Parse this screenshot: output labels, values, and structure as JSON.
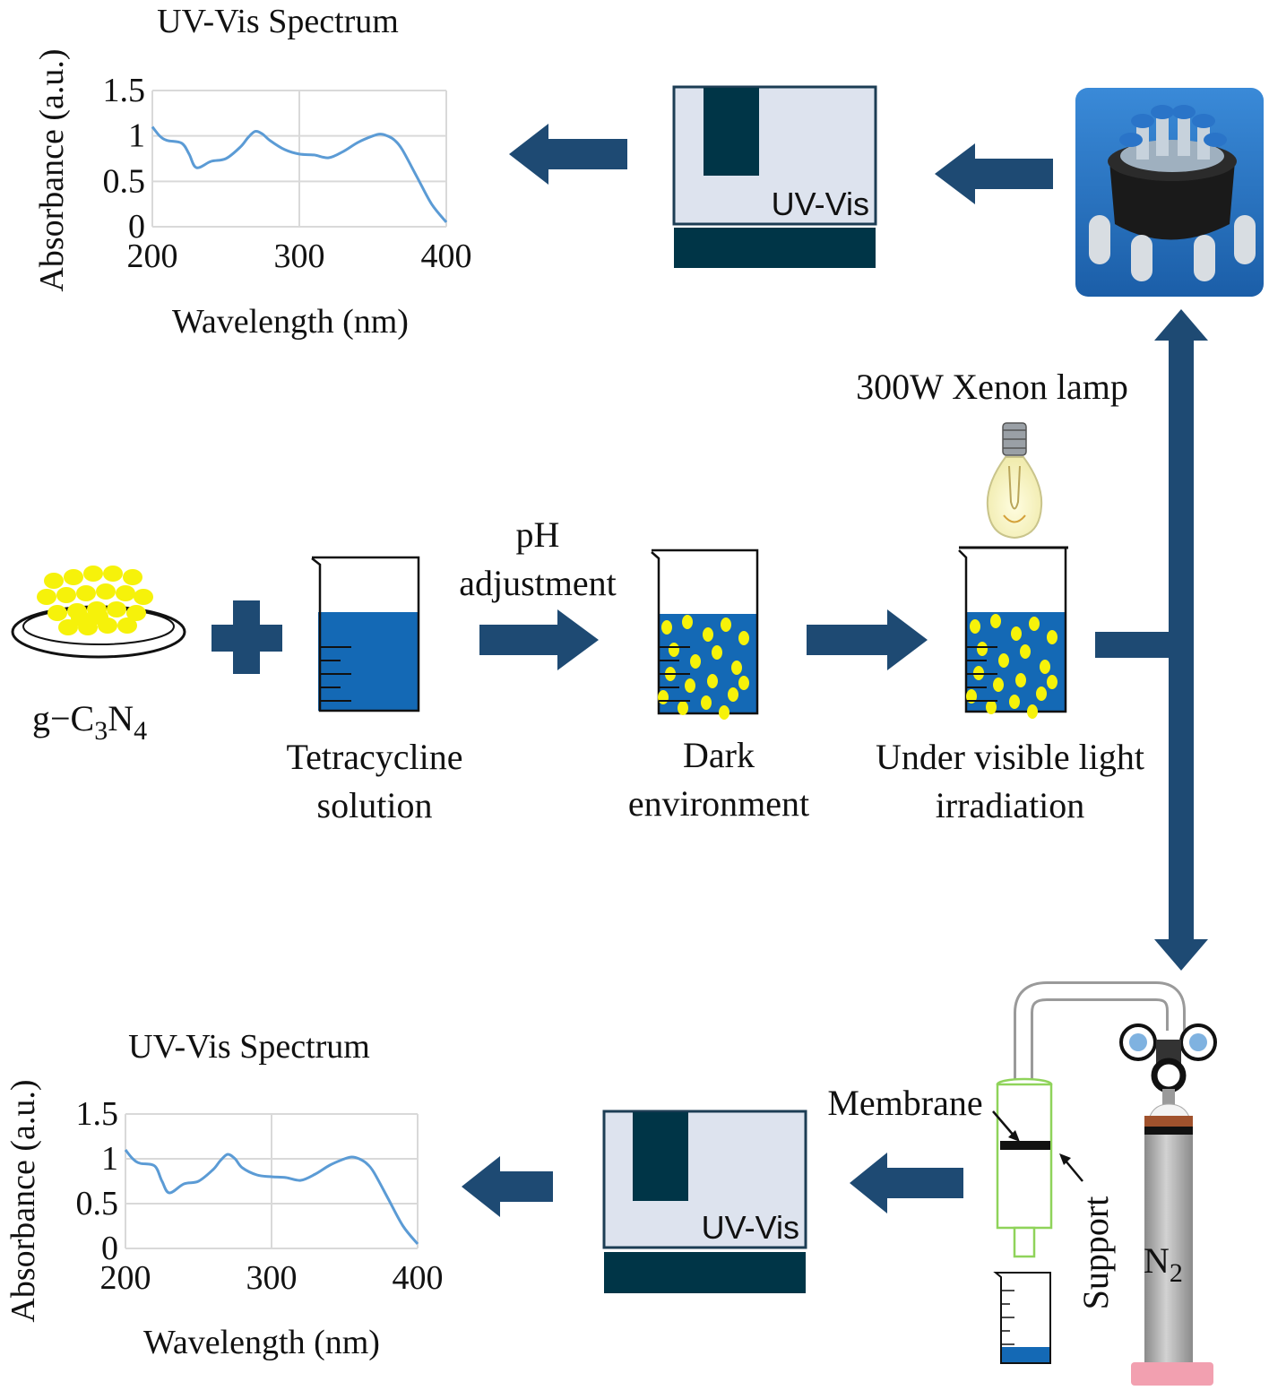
{
  "colors": {
    "arrow": "#1e4a73",
    "dark_teal": "#003547",
    "uv_screen": "#dde3ee",
    "solution_blue": "#1469b5",
    "particle_yellow": "#f6f20a",
    "spectrum_line": "#5b9bd5",
    "grid": "#d9d9d9",
    "membrane_green": "#8fd35a",
    "cylinder_grey": "#b8b8b8",
    "cylinder_base": "#f2a0b0"
  },
  "spectrum_top": {
    "title": "UV-Vis Spectrum",
    "ylabel": "Absorbance (a.u.)",
    "xlabel": "Wavelength (nm)"
  },
  "spectrum_bottom": {
    "title": "UV-Vis Spectrum",
    "ylabel": "Absorbance (a.u.)",
    "xlabel": "Wavelength (nm)"
  },
  "chart_data": [
    {
      "type": "line",
      "title": "UV-Vis Spectrum",
      "xlabel": "Wavelength (nm)",
      "ylabel": "Absorbance (a.u.)",
      "xlim": [
        200,
        400
      ],
      "ylim": [
        0,
        1.5
      ],
      "x_ticks": [
        "200",
        "300",
        "400"
      ],
      "y_ticks": [
        "0",
        "0.5",
        "1",
        "1.5"
      ],
      "grid": true,
      "x": [
        200,
        205,
        210,
        220,
        225,
        230,
        240,
        250,
        260,
        265,
        270,
        275,
        280,
        290,
        300,
        310,
        320,
        330,
        340,
        350,
        355,
        360,
        365,
        370,
        380,
        390,
        400
      ],
      "y": [
        1.1,
        1.0,
        0.95,
        0.92,
        0.8,
        0.65,
        0.72,
        0.75,
        0.88,
        0.98,
        1.05,
        1.02,
        0.95,
        0.85,
        0.8,
        0.79,
        0.76,
        0.83,
        0.93,
        1.0,
        1.02,
        1.0,
        0.95,
        0.85,
        0.55,
        0.25,
        0.05
      ]
    },
    {
      "type": "line",
      "title": "UV-Vis Spectrum",
      "xlabel": "Wavelength (nm)",
      "ylabel": "Absorbance (a.u.)",
      "xlim": [
        200,
        400
      ],
      "ylim": [
        0,
        1.5
      ],
      "x_ticks": [
        "200",
        "300",
        "400"
      ],
      "y_ticks": [
        "0",
        "0.5",
        "1",
        "1.5"
      ],
      "grid": true,
      "x": [
        200,
        205,
        210,
        220,
        225,
        230,
        240,
        250,
        260,
        265,
        270,
        275,
        280,
        290,
        300,
        310,
        320,
        330,
        340,
        350,
        355,
        360,
        365,
        370,
        380,
        390,
        400
      ],
      "y": [
        1.1,
        1.0,
        0.95,
        0.92,
        0.75,
        0.62,
        0.72,
        0.75,
        0.88,
        0.98,
        1.05,
        1.0,
        0.9,
        0.82,
        0.8,
        0.79,
        0.76,
        0.83,
        0.93,
        1.0,
        1.02,
        1.0,
        0.95,
        0.85,
        0.55,
        0.25,
        0.05
      ]
    }
  ],
  "labels": {
    "uv_vis_top": "UV-Vis",
    "uv_vis_bottom": "UV-Vis",
    "g_c3n4_prefix": "g−C",
    "g_c3n4_sub1": "3",
    "g_c3n4_mid": "N",
    "g_c3n4_sub2": "4",
    "tetracycline_line1": "Tetracycline",
    "tetracycline_line2": "solution",
    "ph_line1": "pH",
    "ph_line2": "adjustment",
    "dark_line1": "Dark",
    "dark_line2": "environment",
    "visible_line1": "Under visible light",
    "visible_line2": "irradiation",
    "lamp": "300W Xenon lamp",
    "membrane": "Membrane",
    "support": "Support",
    "n2_main": "N",
    "n2_sub": "2"
  }
}
